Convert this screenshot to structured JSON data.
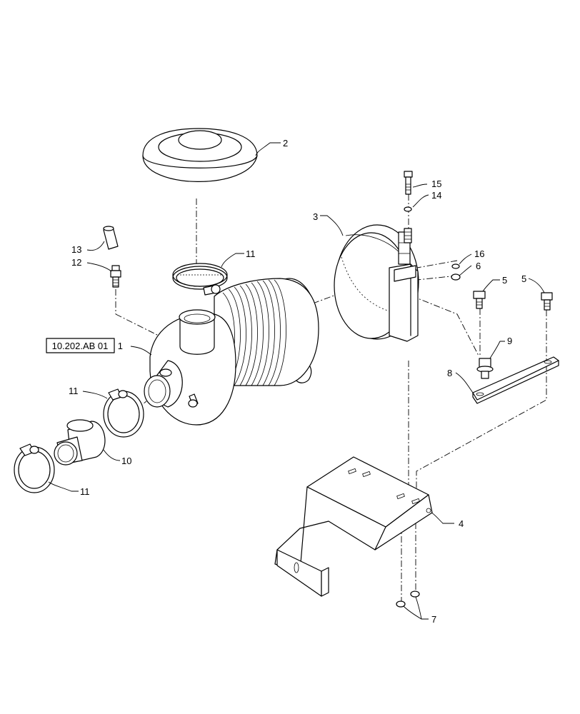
{
  "reference_box": {
    "text": "10.202.AB 01"
  },
  "callouts": [
    {
      "id": "c1",
      "text": "1"
    },
    {
      "id": "c2",
      "text": "2"
    },
    {
      "id": "c3",
      "text": "3"
    },
    {
      "id": "c4",
      "text": "4"
    },
    {
      "id": "c5a",
      "text": "5"
    },
    {
      "id": "c5b",
      "text": "5"
    },
    {
      "id": "c6",
      "text": "6"
    },
    {
      "id": "c7",
      "text": "7"
    },
    {
      "id": "c8",
      "text": "8"
    },
    {
      "id": "c9",
      "text": "9"
    },
    {
      "id": "c10",
      "text": "10"
    },
    {
      "id": "c11a",
      "text": "11"
    },
    {
      "id": "c11b",
      "text": "11"
    },
    {
      "id": "c11c",
      "text": "11"
    },
    {
      "id": "c12",
      "text": "12"
    },
    {
      "id": "c13",
      "text": "13"
    },
    {
      "id": "c14",
      "text": "14"
    },
    {
      "id": "c15",
      "text": "15"
    },
    {
      "id": "c16",
      "text": "16"
    }
  ]
}
